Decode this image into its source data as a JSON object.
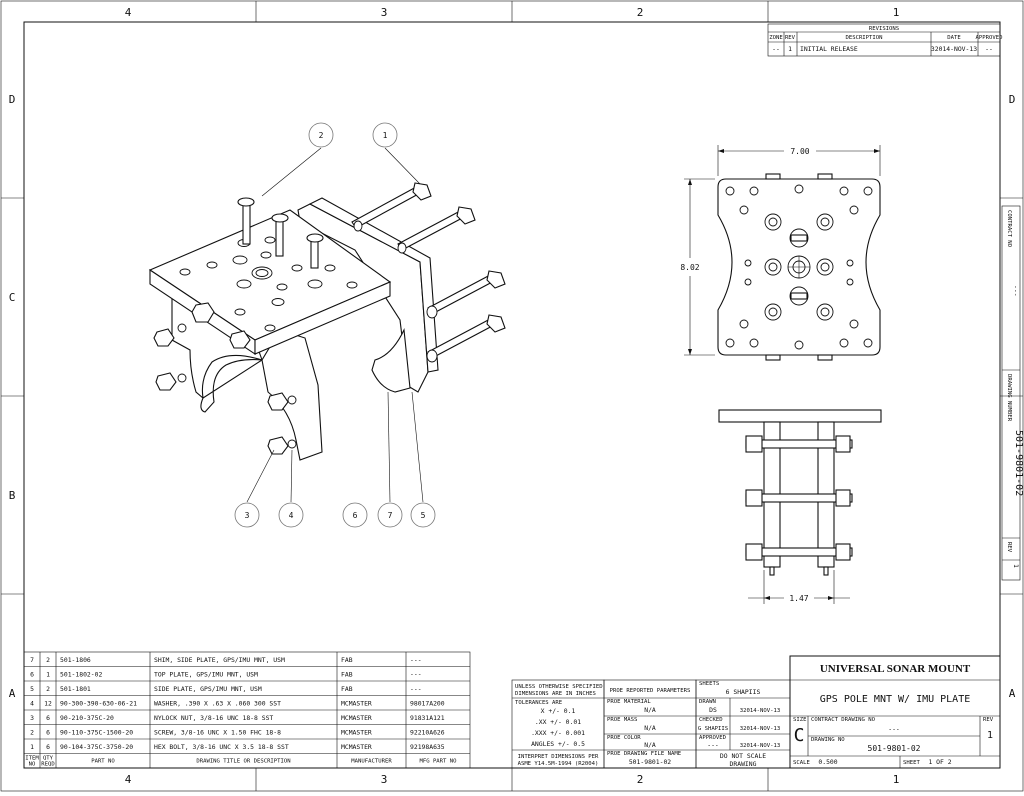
{
  "zones": {
    "columns": [
      "4",
      "3",
      "2",
      "1"
    ],
    "rows": [
      "D",
      "C",
      "B",
      "A"
    ]
  },
  "revisions": {
    "title": "REVISIONS",
    "headers": [
      "ZONE",
      "REV",
      "DESCRIPTION",
      "DATE",
      "APPROVED"
    ],
    "row": {
      "zone": "--",
      "rev": "1",
      "description": "INITIAL RELEASE",
      "date": "32014-NOV-13",
      "approved": "--"
    }
  },
  "balloons": [
    "1",
    "2",
    "3",
    "4",
    "5",
    "6",
    "7"
  ],
  "dimensions": {
    "width": "7.00",
    "height": "8.02",
    "thickness": "1.47"
  },
  "bom": {
    "headers": [
      "ITEM NO",
      "QTY REQD",
      "PART NO",
      "DRAWING TITLE OR DESCRIPTION",
      "MANUFACTURER",
      "MFG PART NO"
    ],
    "rows": [
      [
        "7",
        "2",
        "501-1806",
        "SHIM, SIDE PLATE, GPS/IMU MNT, USM",
        "FAB",
        "---"
      ],
      [
        "6",
        "1",
        "501-1802-02",
        "TOP PLATE, GPS/IMU MNT, USM",
        "FAB",
        "---"
      ],
      [
        "5",
        "2",
        "501-1801",
        "SIDE PLATE, GPS/IMU MNT, USM",
        "FAB",
        "---"
      ],
      [
        "4",
        "12",
        "90-300-390-630-06-21",
        "WASHER, .390 X .63 X .060 300 SST",
        "MCMASTER",
        "98017A200"
      ],
      [
        "3",
        "6",
        "90-210-375C-20",
        "NYLOCK NUT, 3/8-16 UNC 18-8 SST",
        "MCMASTER",
        "91831A121"
      ],
      [
        "2",
        "6",
        "90-110-375C-1500-20",
        "SCREW, 3/8-16 UNC X 1.50 FHC 18-8",
        "MCMASTER",
        "92210A626"
      ],
      [
        "1",
        "6",
        "90-104-375C-3750-20",
        "HEX BOLT, 3/8-16 UNC X 3.5 18-8 SST",
        "MCMASTER",
        "92198A635"
      ]
    ]
  },
  "tolerance_block": {
    "line1": "UNLESS OTHERWISE SPECIFIED",
    "line2": "DIMENSIONS ARE IN INCHES",
    "tol_label": "TOLERANCES ARE",
    "tol1": "X +/- 0.1",
    "tol2": ".XX +/- 0.01",
    "tol3": ".XXX +/- 0.001",
    "tol4": "ANGLES +/- 0.5",
    "interp1": "INTERPRET DIMENSIONS PER",
    "interp2": "ASME Y14.5M-1994 (R2004)"
  },
  "mid_block": {
    "prop_params": "PROE REPORTED PARAMETERS",
    "material_label": "PROE MATERIAL",
    "material": "N/A",
    "mass_label": "PROE MASS",
    "mass": "N/A",
    "color_label": "PROE COLOR",
    "color": "N/A",
    "drawn_file_label": "PROE DRAWING FILE NAME",
    "drawn_file": "501-9801-02"
  },
  "sign_block": {
    "sheets_label": "SHEETS",
    "sheets": "6 SHAPIIS",
    "drawn_label": "DRAWN",
    "drawn_by": "DS",
    "drawn_date": "32014-NOV-13",
    "checked_label": "CHECKED",
    "checked_by": "G SHAPIIS",
    "checked_date": "32014-NOV-13",
    "approved_label": "APPROVED",
    "approved_by": "---",
    "approved_date": "32014-NOV-13",
    "noscale1": "DO NOT SCALE",
    "noscale2": "DRAWING"
  },
  "title_block": {
    "company": "UNIVERSAL SONAR MOUNT",
    "drawing_title": "GPS POLE MNT W/ IMU PLATE",
    "size_label": "SIZE",
    "size": "C",
    "cage_label": "CONTRACT DRAWING NO",
    "cage": "---",
    "dwg_label": "DRAWING NO",
    "dwg_no": "501-9801-02",
    "rev_label": "REV",
    "rev": "1",
    "scale_label": "SCALE",
    "scale": "0.500",
    "sheet_label": "SHEET",
    "sheet": "1 OF 2"
  },
  "side_strip": {
    "dwg_no": "501-9801-02",
    "label1": "DRAWING NUMBER",
    "label2": "CONTRACT NO",
    "value2": "---",
    "rev_label": "REV",
    "rev": "1"
  }
}
